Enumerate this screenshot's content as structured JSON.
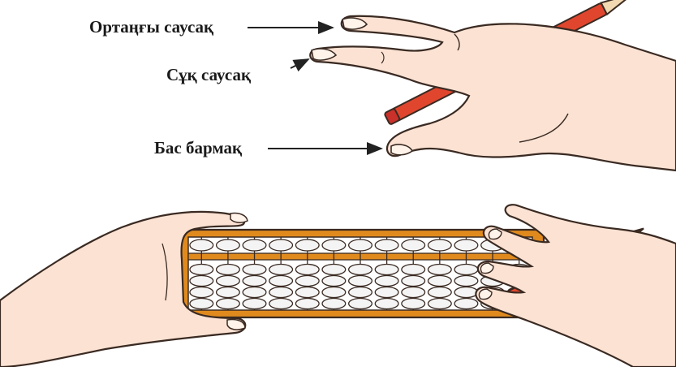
{
  "labels": {
    "middle_finger": "Ортаңғы саусақ",
    "index_finger": "Сұқ саусақ",
    "thumb": "Бас бармақ"
  },
  "abacus": {
    "rods": 13,
    "upper_beads_per_rod": 1,
    "lower_beads_per_rod": 4
  },
  "colors": {
    "skin": "#fbe2d3",
    "outline": "#3a2a22",
    "pencil": "#e0462e",
    "frame": "#e08a1e",
    "bead": "#f4f4f4"
  }
}
